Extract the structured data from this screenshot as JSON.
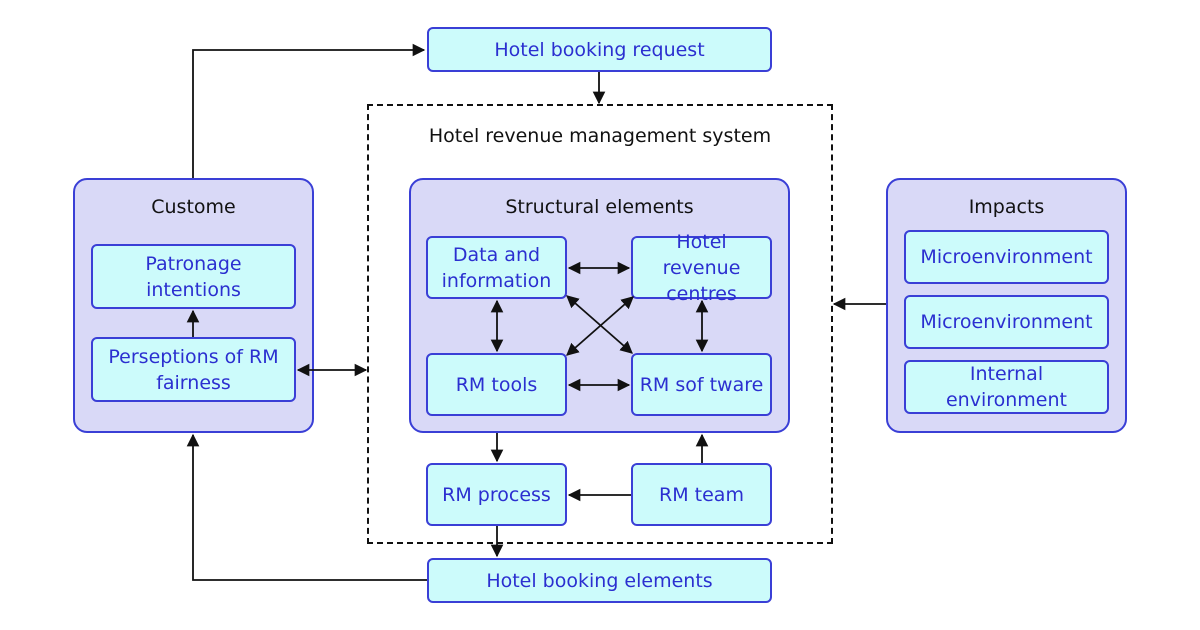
{
  "booking_request": "Hotel booking request",
  "booking_elements": "Hotel booking elements",
  "system": {
    "title": "Hotel revenue management system",
    "structural": {
      "title": "Structural elements",
      "data_info": "Data and\ninformation",
      "revenue_centres": "Hotel revenue\ncentres",
      "rm_tools": "RM tools",
      "rm_software": "RM sof tware"
    },
    "rm_process": "RM process",
    "rm_team": "RM team"
  },
  "customer": {
    "title": "Custome",
    "patronage": "Patronage\nintentions",
    "perceptions": "Perseptions of RM\nfairness"
  },
  "impacts": {
    "title": "Impacts",
    "items": [
      "Microenvironment",
      "Microenvironment",
      "Internal\nenvironment"
    ]
  },
  "colors": {
    "group_fill": "#d9d9f7",
    "node_fill": "#ccfbfb",
    "border": "#3a3fd6",
    "node_text": "#2b2fd0",
    "arrow": "#111111"
  }
}
